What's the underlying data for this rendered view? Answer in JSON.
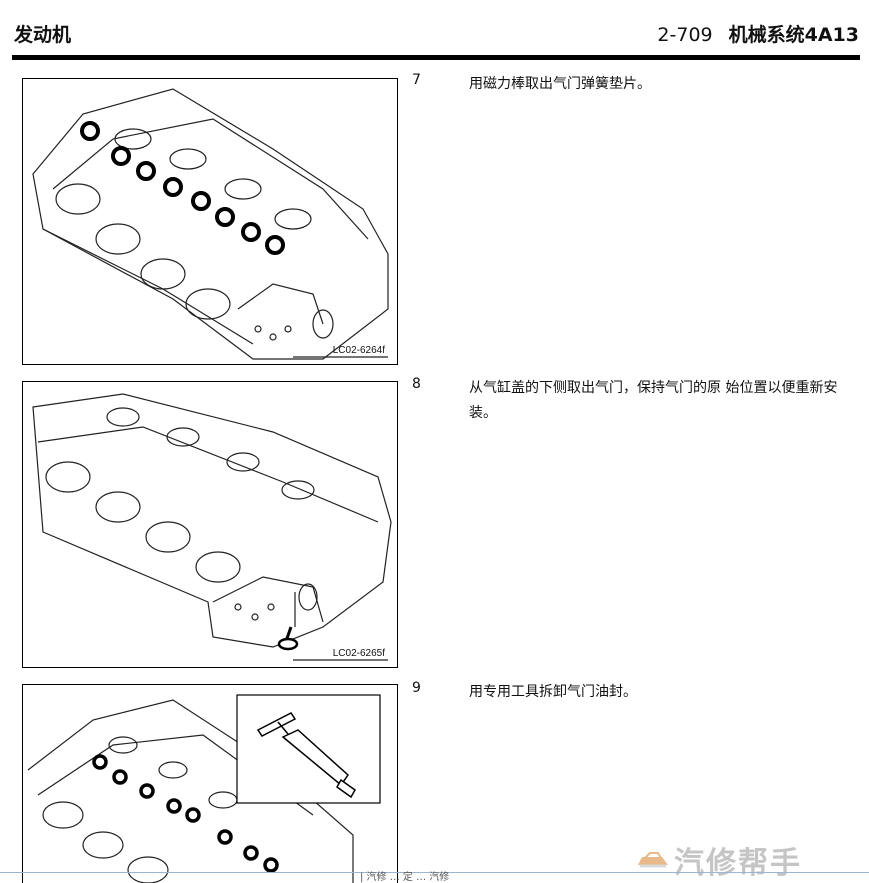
{
  "header": {
    "left_title": "发动机",
    "page_number": "2-709",
    "right_title": "机械系统4A13"
  },
  "steps": [
    {
      "number": "7",
      "text": "用磁力棒取出气门弹簧垫片。",
      "figure_code": "LC02-6264f"
    },
    {
      "number": "8",
      "text": "从气缸盖的下侧取出气门，保持气门的原 始位置以便重新安装。",
      "figure_code": "LC02-6265f"
    },
    {
      "number": "9",
      "text": "用专用工具拆卸气门油封。",
      "figure_code": ""
    }
  ],
  "watermark": {
    "text": "汽修帮手",
    "logo": "car-logo-icon"
  },
  "footer_fragment": "| 汽修 … 定 … 汽修"
}
